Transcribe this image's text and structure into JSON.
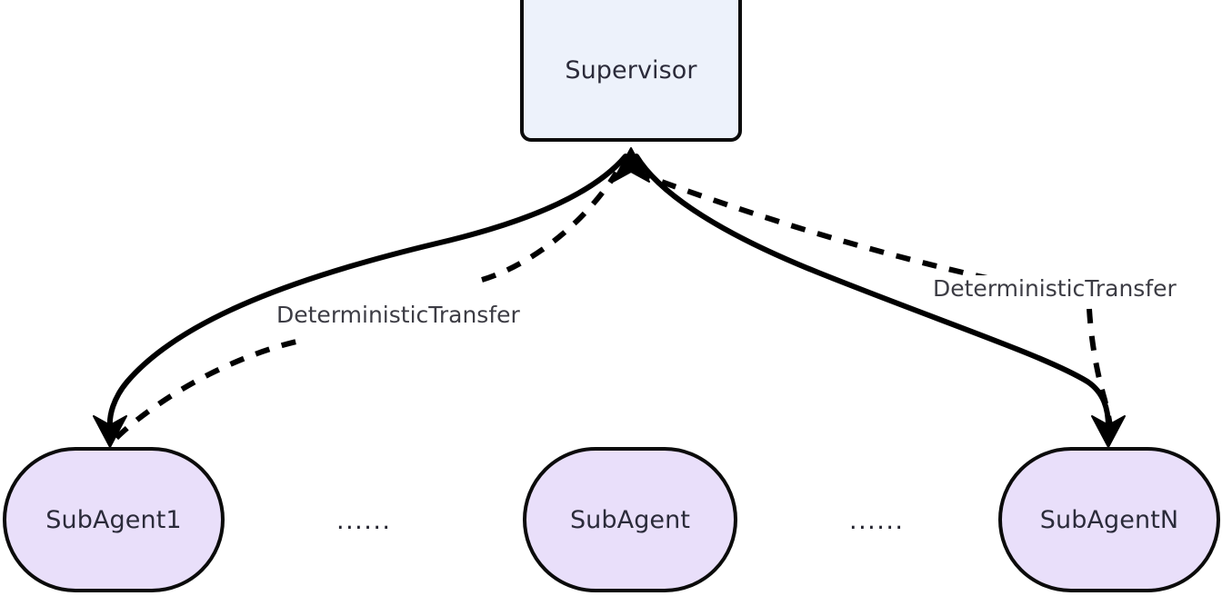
{
  "diagram": {
    "type": "supervisor-subagent-hierarchy",
    "background_color": "#ffffff",
    "nodes": {
      "supervisor": {
        "label": "Supervisor",
        "shape": "rounded-rectangle",
        "fill_color": "#edf2fb",
        "border_color": "#0b0b0b",
        "text_color": "#2b2b3a"
      },
      "subagent_first": {
        "label": "SubAgent1",
        "shape": "stadium",
        "fill_color": "#e9dffa",
        "border_color": "#0b0b0b",
        "text_color": "#2b2b3a"
      },
      "subagent_middle": {
        "label": "SubAgent",
        "shape": "stadium",
        "fill_color": "#e9dffa",
        "border_color": "#0b0b0b",
        "text_color": "#2b2b3a"
      },
      "subagent_last": {
        "label": "SubAgentN",
        "shape": "stadium",
        "fill_color": "#e9dffa",
        "border_color": "#0b0b0b",
        "text_color": "#2b2b3a"
      }
    },
    "ellipses": {
      "left": "......",
      "right": "......"
    },
    "edge_labels": {
      "left": "DeterministicTransfer",
      "right": "DeterministicTransfer"
    },
    "edges": [
      {
        "name": "supervisor-to-subagent1",
        "from": "supervisor",
        "to": "subagent_first",
        "style": "solid",
        "arrowhead": "down",
        "color": "#000000"
      },
      {
        "name": "supervisor-to-subagentn",
        "from": "supervisor",
        "to": "subagent_last",
        "style": "solid",
        "arrowhead": "down",
        "color": "#000000"
      },
      {
        "name": "subagent1-to-supervisor",
        "from": "subagent_first",
        "to": "supervisor",
        "style": "dashed",
        "arrowhead": "up",
        "label": "DeterministicTransfer",
        "color": "#000000"
      },
      {
        "name": "subagentn-to-supervisor",
        "from": "subagent_last",
        "to": "supervisor",
        "style": "dashed",
        "arrowhead": "up",
        "label": "DeterministicTransfer",
        "color": "#000000"
      }
    ]
  }
}
